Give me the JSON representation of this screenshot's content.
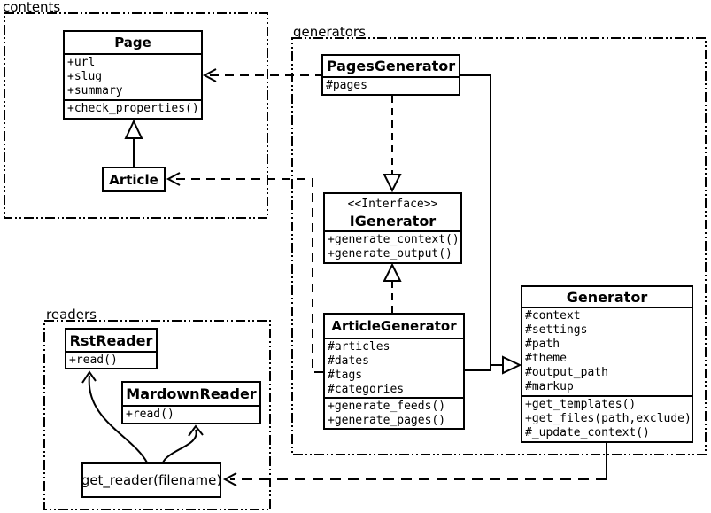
{
  "colors": {
    "line": "#000000",
    "background": "#ffffff"
  },
  "packages": {
    "contents": {
      "label": "contents"
    },
    "generators": {
      "label": "generators"
    },
    "readers": {
      "label": "readers"
    }
  },
  "classes": {
    "page": {
      "name": "Page",
      "attributes": [
        "+url",
        "+slug",
        "+summary"
      ],
      "methods": [
        "+check_properties()"
      ]
    },
    "article": {
      "name": "Article"
    },
    "pages_generator": {
      "name": "PagesGenerator",
      "attributes": [
        "#pages"
      ]
    },
    "igenerator": {
      "stereotype": "<<Interface>>",
      "name": "IGenerator",
      "methods": [
        "+generate_context()",
        "+generate_output()"
      ]
    },
    "article_generator": {
      "name": "ArticleGenerator",
      "attributes": [
        "#articles",
        "#dates",
        "#tags",
        "#categories"
      ],
      "methods": [
        "+generate_feeds()",
        "+generate_pages()"
      ]
    },
    "generator": {
      "name": "Generator",
      "attributes": [
        "#context",
        "#settings",
        "#path",
        "#theme",
        "#output_path",
        "#markup"
      ],
      "methods": [
        "+get_templates()",
        "+get_files(path,exclude)",
        "#_update_context()"
      ]
    },
    "rst_reader": {
      "name": "RstReader",
      "methods": [
        "+read()"
      ]
    },
    "mardown_reader": {
      "name": "MardownReader",
      "methods": [
        "+read()"
      ]
    },
    "get_reader": {
      "label": "get_reader(filename)"
    }
  },
  "relationships": [
    {
      "from": "Article",
      "to": "Page",
      "type": "inheritance"
    },
    {
      "from": "PagesGenerator",
      "to": "IGenerator",
      "type": "realization"
    },
    {
      "from": "ArticleGenerator",
      "to": "IGenerator",
      "type": "realization"
    },
    {
      "from": "PagesGenerator",
      "to": "Generator",
      "type": "inheritance"
    },
    {
      "from": "ArticleGenerator",
      "to": "Generator",
      "type": "inheritance"
    },
    {
      "from": "PagesGenerator",
      "to": "Page",
      "type": "dependency"
    },
    {
      "from": "ArticleGenerator",
      "to": "Article",
      "type": "dependency"
    },
    {
      "from": "Generator",
      "to": "get_reader(filename)",
      "type": "dependency"
    },
    {
      "from": "get_reader(filename)",
      "to": "RstReader",
      "type": "association"
    },
    {
      "from": "get_reader(filename)",
      "to": "MardownReader",
      "type": "association"
    }
  ]
}
